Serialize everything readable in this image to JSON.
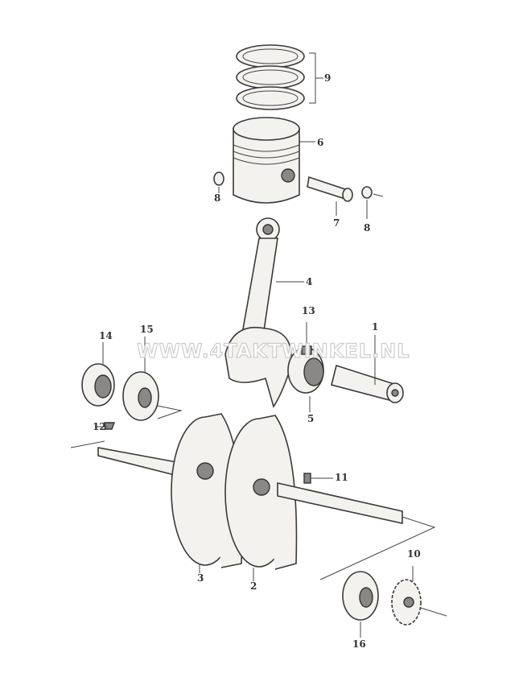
{
  "watermark": "WWW.4TAKTWINKEL.NL",
  "labels": {
    "p9": "9",
    "p6": "6",
    "p8a": "8",
    "p7": "7",
    "p8b": "8",
    "p4": "4",
    "p13": "13",
    "p1": "1",
    "p14": "14",
    "p15": "15",
    "p5": "5",
    "p12": "12",
    "p11": "11",
    "p3": "3",
    "p2": "2",
    "p10": "10",
    "p16": "16"
  }
}
